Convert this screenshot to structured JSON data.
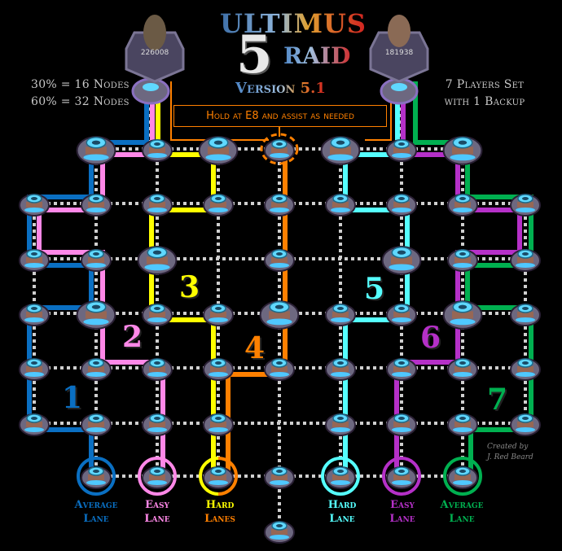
{
  "header": {
    "title_top": "ULTIMUS",
    "title_number": "5",
    "title_bottom": "RAID",
    "version": "Version 5.1",
    "left_info": [
      "30% = 16 Nodes",
      "60% = 32 Nodes"
    ],
    "right_info": [
      "7 Players Set",
      "with 1 Backup"
    ],
    "instruction": "Hold at E8 and assist as needed",
    "left_player_score": "226008",
    "right_player_score": "181938"
  },
  "lanes": [
    {
      "number": "1",
      "label": [
        "Average",
        "Lane"
      ],
      "color": "#0a6fc2"
    },
    {
      "number": "2",
      "label": [
        "Easy",
        "Lane"
      ],
      "color": "#ff88e8"
    },
    {
      "number": "3",
      "label": [
        "Hard",
        "Lanes"
      ],
      "color": "#ffff00"
    },
    {
      "number": "4",
      "label": [],
      "color": "#ff8000"
    },
    {
      "number": "5",
      "label": [
        "Hard",
        "Lane"
      ],
      "color": "#55ffff"
    },
    {
      "number": "6",
      "label": [
        "Easy",
        "Lane"
      ],
      "color": "#b530c8"
    },
    {
      "number": "7",
      "label": [
        "Average",
        "Lane"
      ],
      "color": "#00b050"
    }
  ],
  "credit": [
    "Created by",
    "J. Red Beard"
  ]
}
